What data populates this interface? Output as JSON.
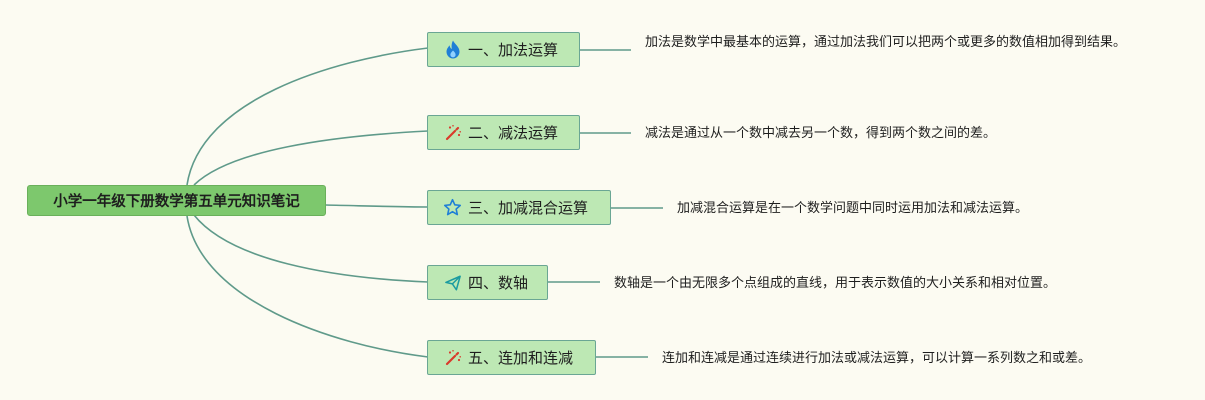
{
  "root": {
    "label": "小学一年级下册数学第五单元知识笔记"
  },
  "colors": {
    "line": "#5f9a8a",
    "root_fill": "#7dc86d",
    "topic_fill": "#bde8b4"
  },
  "topics": [
    {
      "icon": "fire-icon",
      "label": "一、加法运算",
      "note": "加法是数学中最基本的运算，通过加法我们可以把两个或更多的数值相加得到结果。"
    },
    {
      "icon": "magic-wand-icon",
      "label": "二、减法运算",
      "note": "减法是通过从一个数中减去另一个数，得到两个数之间的差。"
    },
    {
      "icon": "star-icon",
      "label": "三、加减混合运算",
      "note": "加减混合运算是在一个数学问题中同时运用加法和减法运算。"
    },
    {
      "icon": "paper-plane-icon",
      "label": "四、数轴",
      "note": "数轴是一个由无限多个点组成的直线，用于表示数值的大小关系和相对位置。"
    },
    {
      "icon": "magic-wand-icon",
      "label": "五、连加和连减",
      "note": "连加和连减是通过连续进行加法或减法运算，可以计算一系列数之和或差。"
    }
  ]
}
